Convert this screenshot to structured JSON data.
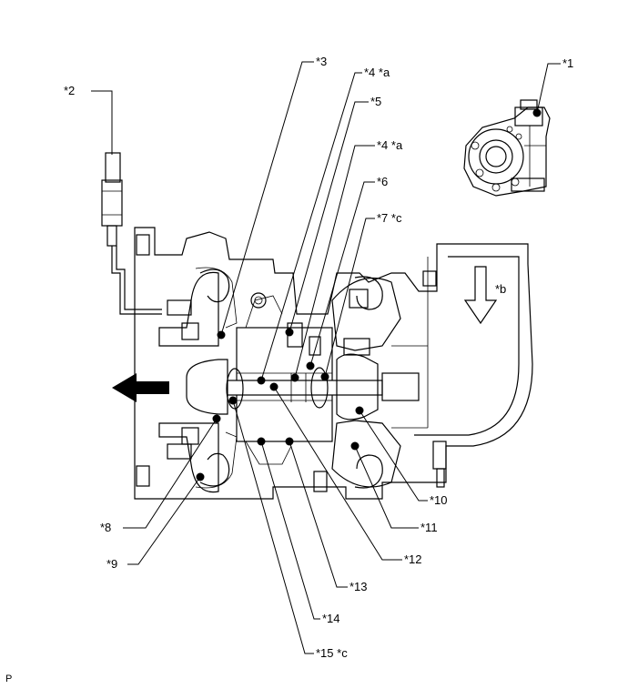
{
  "labels": {
    "l1": "*1",
    "l2": "*2",
    "l3": "*3",
    "l4a": "*4 *a",
    "l5": "*5",
    "l4b": "*4 *a",
    "l6": "*6",
    "l7": "*7 *c",
    "lb": "*b",
    "l8": "*8",
    "l9": "*9",
    "l10": "*10",
    "l11": "*11",
    "l12": "*12",
    "l13": "*13",
    "l14": "*14",
    "l15": "*15 *c"
  },
  "footer": "P"
}
